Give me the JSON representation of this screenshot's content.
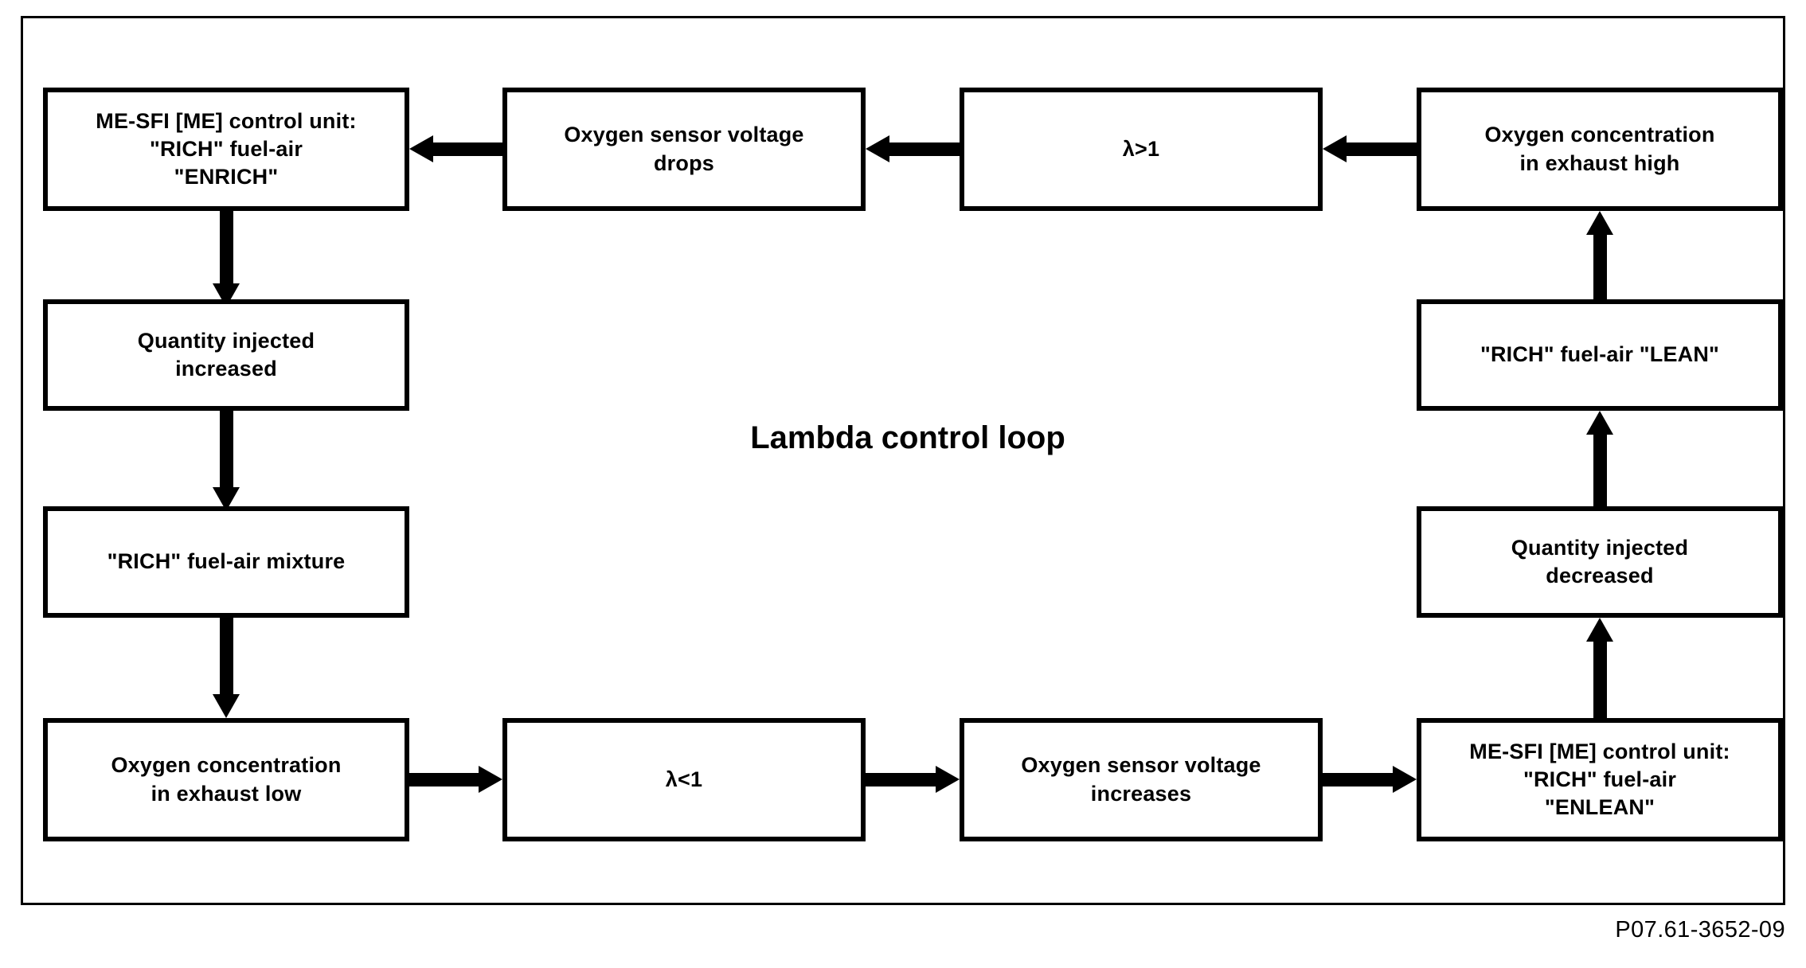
{
  "figure": {
    "title": "Lambda control loop",
    "code": "P07.61-3652-09"
  },
  "nodes": {
    "tl_control_unit": {
      "line1": "ME-SFI [ME] control unit:",
      "line2": "\"RICH\" fuel-air",
      "line3": "\"ENRICH\""
    },
    "top_voltage_drops": {
      "line1": "Oxygen sensor voltage",
      "line2": "drops"
    },
    "top_lambda_gt1": {
      "line1": "λ>1"
    },
    "top_o2_high": {
      "line1": "Oxygen concentration",
      "line2": "in exhaust high"
    },
    "left_qty_increased": {
      "line1": "Quantity injected",
      "line2": "increased"
    },
    "left_rich_mixture": {
      "line1": "\"RICH\" fuel-air mixture"
    },
    "bottom_o2_low": {
      "line1": "Oxygen concentration",
      "line2": "in exhaust low"
    },
    "bottom_lambda_lt1": {
      "line1": "λ<1"
    },
    "bottom_voltage_increases": {
      "line1": "Oxygen sensor voltage",
      "line2": "increases"
    },
    "br_control_unit": {
      "line1": "ME-SFI [ME] control unit:",
      "line2": "\"RICH\" fuel-air",
      "line3": "\"ENLEAN\""
    },
    "right_rich_lean": {
      "line1": "\"RICH\" fuel-air \"LEAN\""
    },
    "right_qty_decreased": {
      "line1": "Quantity injected",
      "line2": "decreased"
    }
  },
  "colors": {
    "ink": "#000000",
    "background": "#ffffff"
  }
}
